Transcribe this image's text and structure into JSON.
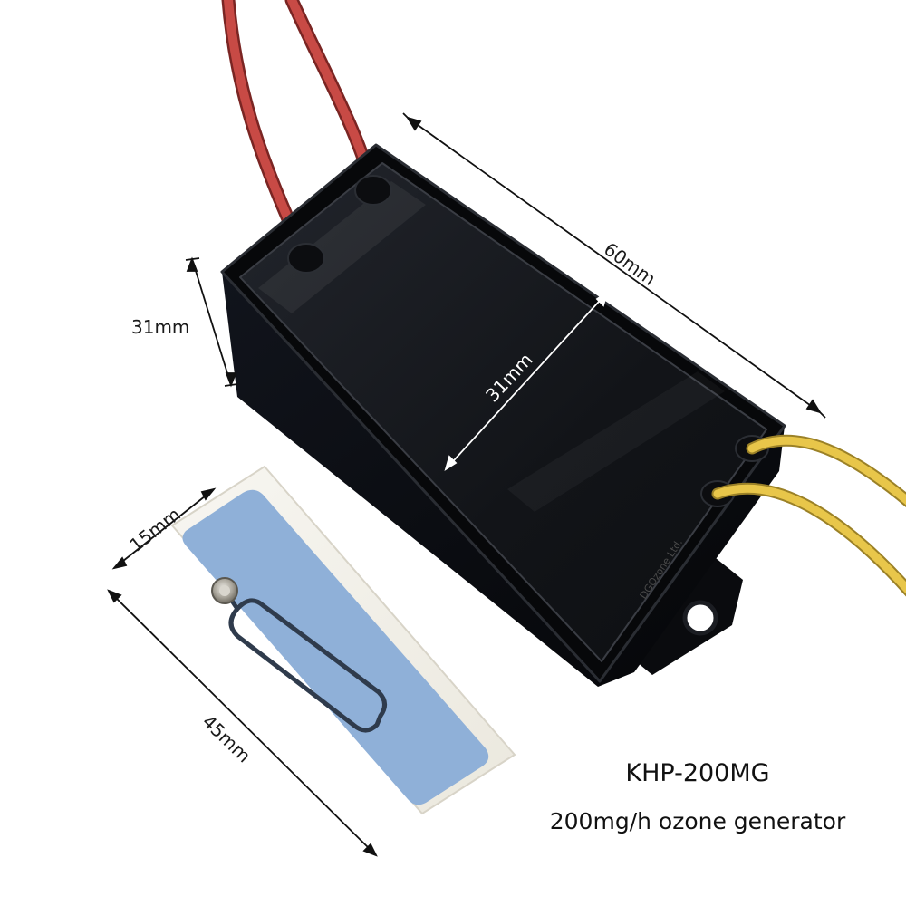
{
  "product": {
    "model": "KHP-200MG",
    "description": "200mg/h ozone generator"
  },
  "dimensions": {
    "module_length": "60mm",
    "module_height": "31mm",
    "module_width": "31mm",
    "plate_width": "15mm",
    "plate_length": "45mm"
  },
  "engraving": "DGOzone Ltd.",
  "colors": {
    "background": "#ffffff",
    "module_body": "#0b0c0f",
    "lid": "#16181d",
    "red_wire": "#c84a45",
    "yellow_wire": "#e8c64a",
    "plate": "#f3f1ea",
    "plate_blue": "#8fb0d8",
    "electrode": "#2f3b4c"
  }
}
